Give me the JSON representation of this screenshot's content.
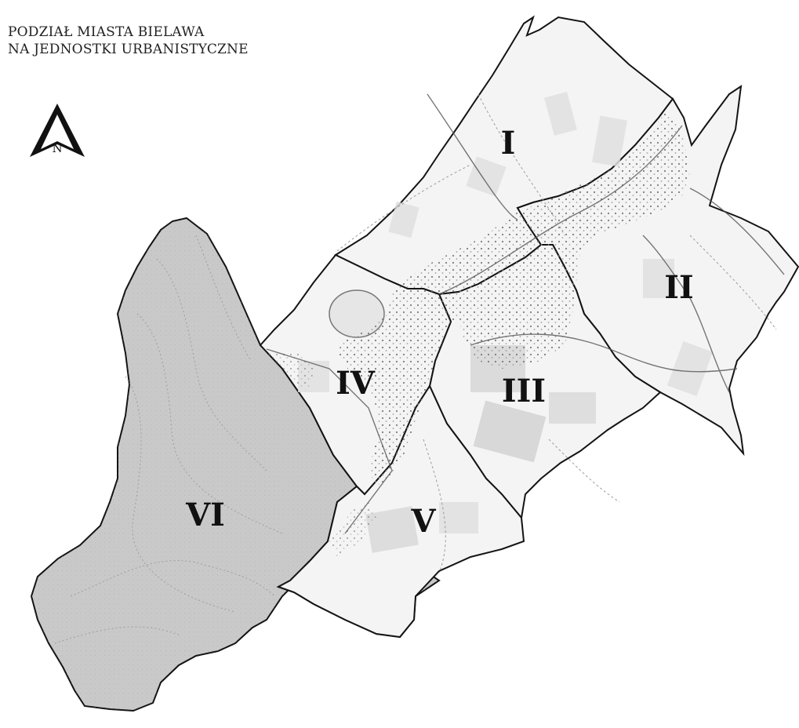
{
  "title": {
    "line1": "PODZIAŁ MIASTA BIELAWA",
    "line2": "NA JEDNOSTKI URBANISTYCZNE"
  },
  "north_arrow": {
    "icon": "north-arrow-icon",
    "letter": "N"
  },
  "units": [
    {
      "id": "I",
      "label": "I",
      "shading": "light"
    },
    {
      "id": "II",
      "label": "II",
      "shading": "light"
    },
    {
      "id": "III",
      "label": "III",
      "shading": "light"
    },
    {
      "id": "IV",
      "label": "IV",
      "shading": "light"
    },
    {
      "id": "V",
      "label": "V",
      "shading": "light"
    },
    {
      "id": "VI",
      "label": "VI",
      "shading": "gray"
    }
  ],
  "colors": {
    "boundary": "#141414",
    "light_area": "#f3f3f3",
    "gray_area": "#c9c9c9",
    "built_up": "#8a8a8a",
    "fields": "#e2e2e2"
  }
}
